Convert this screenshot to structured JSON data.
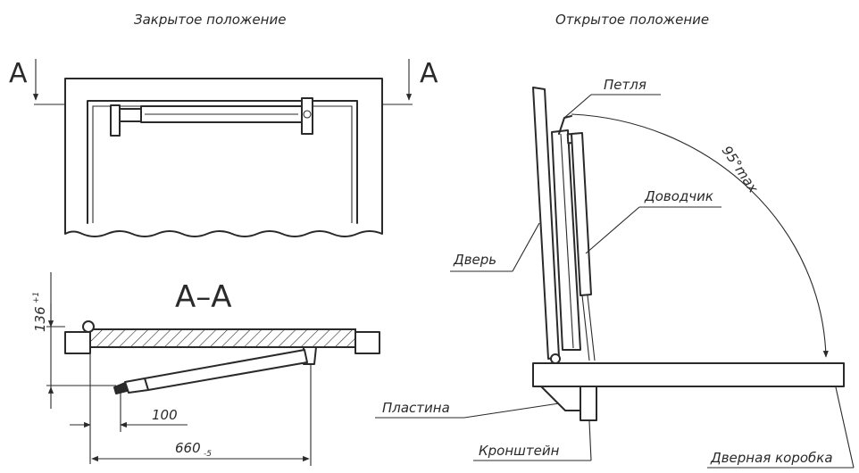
{
  "closed": {
    "title": "Закрытое положение",
    "section_marker_left": "A",
    "section_marker_right": "A"
  },
  "section": {
    "title": "A–A",
    "dim_height": "136",
    "dim_height_tol": "+1",
    "dim_offset": "100",
    "dim_length": "660",
    "dim_length_tol": "-5"
  },
  "open": {
    "title": "Открытое положение",
    "label_hinge": "Петля",
    "label_angle": "95°max",
    "label_closer": "Доводчик",
    "label_door": "Дверь",
    "label_plate": "Пластина",
    "label_bracket": "Кронштейн",
    "label_frame": "Дверная коробка"
  }
}
